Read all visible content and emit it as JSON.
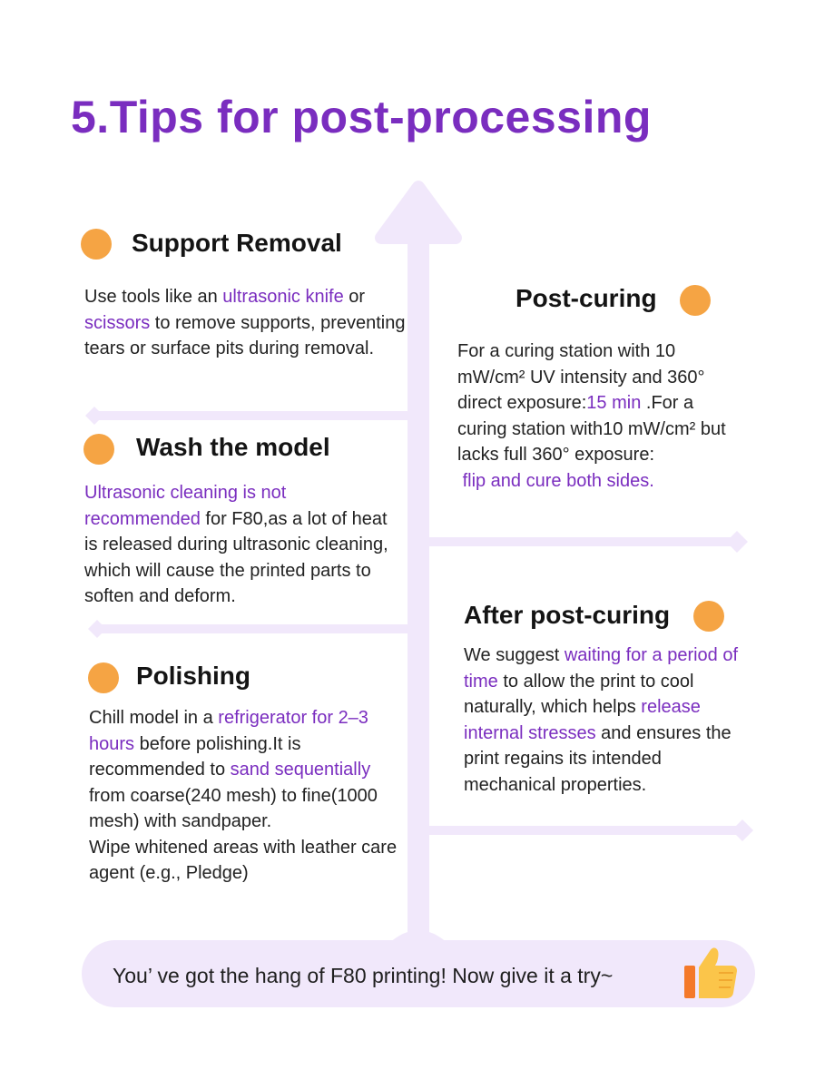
{
  "page": {
    "title": "5.Tips for post-processing"
  },
  "colors": {
    "accent": "#7a2dbf",
    "dot": "#f5a444",
    "timeline": "#f1e8fb"
  },
  "sections": {
    "support_removal": {
      "heading": "Support Removal",
      "t1": "Use tools like an ",
      "h1": "ultrasonic knife",
      "t2": " or ",
      "h2": "scissors",
      "t3": " to remove supports, preventing tears or surface pits during removal."
    },
    "wash": {
      "heading": "Wash the model",
      "h1": "Ultrasonic cleaning is not recommended",
      "t1": " for F80,as a lot of heat is released during ultrasonic cleaning, which will cause the printed parts to soften and deform."
    },
    "polishing": {
      "heading": "Polishing",
      "t1": "Chill model in a ",
      "h1": "refrigerator for 2–3 hours",
      "t2": " before polishing.It is recommended to ",
      "h2": "sand sequentially",
      "t3": " from coarse(240 mesh) to fine(1000 mesh) with sandpaper.",
      "t4": "Wipe whitened areas with leather care agent (e.g., Pledge)"
    },
    "post_curing": {
      "heading": "Post-curing",
      "t1": "For a curing station with 10 mW/cm² UV intensity and 360° direct exposure:",
      "h1": "15 min",
      "t2": " .For a curing station with10 mW/cm² but lacks full 360° exposure:",
      "h2": "flip and cure both sides."
    },
    "after_post_curing": {
      "heading": "After post-curing",
      "t1": "We suggest ",
      "h1": "waiting for a period of time",
      "t2": " to allow the print to cool naturally, which helps ",
      "h2": "release internal stresses",
      "t3": " and ensures the print regains its intended mechanical properties."
    }
  },
  "footer": {
    "text": "You’ ve got the hang of F80 printing! Now give it a try~",
    "icon": "thumbs-up-icon"
  }
}
